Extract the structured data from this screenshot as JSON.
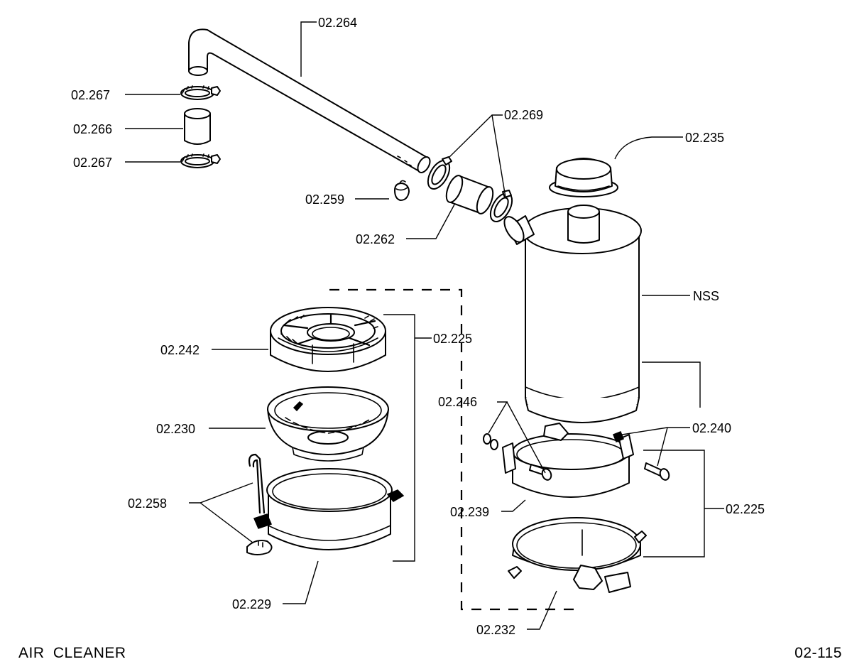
{
  "diagram": {
    "labels": {
      "l02264": "02.264",
      "l02267a": "02.267",
      "l02266": "02.266",
      "l02267b": "02.267",
      "l02269": "02.269",
      "l02235": "02.235",
      "l02259": "02.259",
      "l02262": "02.262",
      "lNSS": "NSS",
      "l02225a": "02.225",
      "l02242": "02.242",
      "l02246": "02.246",
      "l02230": "02.230",
      "l02240": "02.240",
      "l02258": "02.258",
      "l02239": "02.239",
      "l02225b": "02.225",
      "l02229": "02.229",
      "l02232": "02.232"
    }
  },
  "footer": {
    "title": "AIR CLEANER",
    "page": "02-115"
  }
}
